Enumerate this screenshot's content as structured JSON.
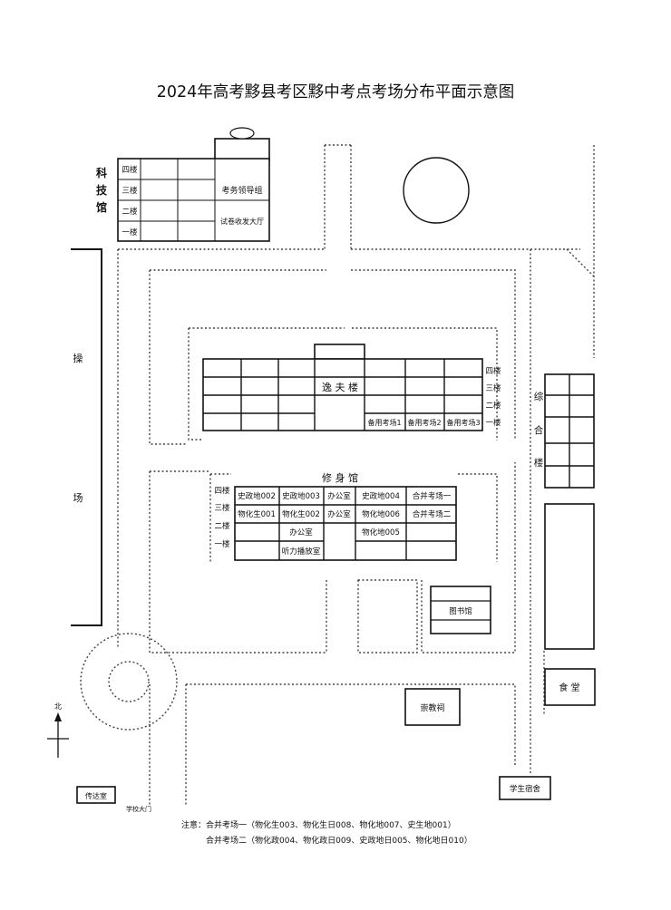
{
  "title": "2024年高考黟县考区黟中考点考场分布平面示意图",
  "kejiguan": {
    "name": [
      "科",
      "技",
      "馆"
    ],
    "floors": [
      "四楼",
      "三楼",
      "二楼",
      "一楼"
    ],
    "rooms": [
      "考务领导组",
      "试卷收发大厅"
    ]
  },
  "yifulou": {
    "name": "逸 夫 楼",
    "floors": [
      "四楼",
      "三楼",
      "二楼",
      "一楼"
    ],
    "rooms": [
      "备用考场1",
      "备用考场2",
      "备用考场3"
    ]
  },
  "xiushenguan": {
    "name": "修 身 馆",
    "floors": [
      "四楼",
      "三楼",
      "二楼",
      "一楼"
    ],
    "rooms": {
      "r1": [
        "史政地002",
        "史政地003",
        "办公室",
        "史政地004",
        "合并考场一"
      ],
      "r2": [
        "物化生001",
        "物化生002",
        "办公室",
        "物化地006",
        "合并考场二"
      ],
      "r3a": "办公室",
      "r3b": "物化地005",
      "r4": "听力播放室"
    }
  },
  "zonghelou": [
    "综",
    "合",
    "楼"
  ],
  "caochang": [
    "操",
    "场"
  ],
  "library": "图书馆",
  "canteen": "食 堂",
  "chongjiaoci": "崇教祠",
  "dorm": "学生宿舍",
  "guard": "传达室",
  "gate": "学校大门",
  "north": "北",
  "notes": [
    "注意：合并考场一（物化生003、物化生日008、物化地007、史生地001）",
    "合并考场二（物化政004、物化政日009、史政地日005、物化地日010）"
  ]
}
